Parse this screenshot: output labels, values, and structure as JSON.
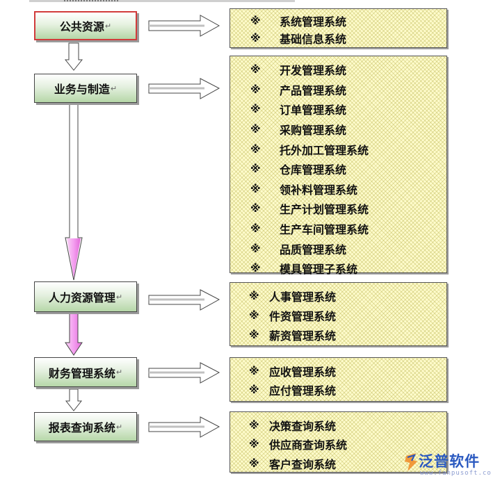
{
  "categories": [
    {
      "label": "公共资源",
      "mark": "↵",
      "items": [
        {
          "mark": "※",
          "text": "系统管理系统"
        },
        {
          "mark": "※",
          "text": "基础信息系统"
        }
      ]
    },
    {
      "label": "业务与制造",
      "mark": "↵",
      "items": [
        {
          "mark": "※",
          "text": "开发管理系统"
        },
        {
          "mark": "※",
          "text": "产品管理系统"
        },
        {
          "mark": "※",
          "text": "订单管理系统"
        },
        {
          "mark": "※",
          "text": "采购管理系统"
        },
        {
          "mark": "※",
          "text": "托外加工管理系统"
        },
        {
          "mark": "※",
          "text": "仓库管理系统"
        },
        {
          "mark": "※",
          "text": "领补料管理系统"
        },
        {
          "mark": "※",
          "text": "生产计划管理系统"
        },
        {
          "mark": "※",
          "text": "生产车间管理系统"
        },
        {
          "mark": "※",
          "text": "品质管理系统"
        },
        {
          "mark": "※",
          "text": "模具管理子系统"
        }
      ]
    },
    {
      "label": "人力资源管理",
      "mark": "↵",
      "items": [
        {
          "mark": "※",
          "text": "人事管理系统"
        },
        {
          "mark": "※",
          "text": "件资管理系统"
        },
        {
          "mark": "※",
          "text": "薪资管理系统"
        }
      ]
    },
    {
      "label": "财务管理系统",
      "mark": "↵",
      "items": [
        {
          "mark": "※",
          "text": "应收管理系统"
        },
        {
          "mark": "※",
          "text": "应付管理系统"
        }
      ]
    },
    {
      "label": "报表查询系统",
      "mark": "↵",
      "items": [
        {
          "mark": "※",
          "text": "决策查询系统"
        },
        {
          "mark": "※",
          "text": "供应商查询系统"
        },
        {
          "mark": "※",
          "text": "客户查询系统"
        }
      ]
    }
  ],
  "logo": {
    "name": "泛普软件",
    "url": "www.fanpusoft.com",
    "icon": "fanpu-logo-icon"
  },
  "colors": {
    "box_top": "#ffffff",
    "box_bottom": "#b6d7a8",
    "first_box_border": "#d13b3b",
    "panel": "#fffccc",
    "long_arrow": "#f2a6ec",
    "logo": "#2a59c0"
  }
}
